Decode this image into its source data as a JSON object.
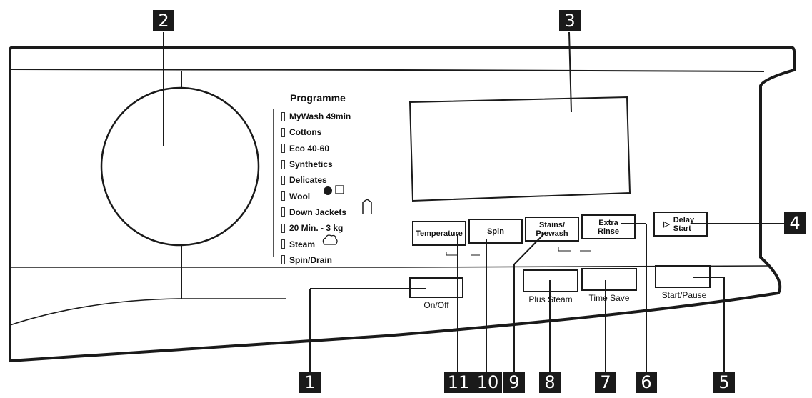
{
  "callouts": [
    "1",
    "2",
    "3",
    "4",
    "5",
    "6",
    "7",
    "8",
    "9",
    "10",
    "11"
  ],
  "programme": {
    "title": "Programme",
    "items": [
      {
        "label": "MyWash 49min",
        "icon": ""
      },
      {
        "label": "Cottons",
        "icon": ""
      },
      {
        "label": "Eco 40-60",
        "icon": ""
      },
      {
        "label": "Synthetics",
        "icon": ""
      },
      {
        "label": "Delicates",
        "icon": ""
      },
      {
        "label": "Wool",
        "icon": "wool-detergent-icon"
      },
      {
        "label": "Down Jackets",
        "icon": "jacket-icon"
      },
      {
        "label": "20 Min. - 3 kg",
        "icon": ""
      },
      {
        "label": "Steam",
        "icon": "steam-cloud-icon"
      },
      {
        "label": "Spin/Drain",
        "icon": ""
      }
    ]
  },
  "buttons": {
    "temperature": "Temperature",
    "spin": "Spin",
    "stains_prewash": "Stains/ Prewash",
    "extra_rinse": "Extra Rinse",
    "delay_start": "Delay Start"
  },
  "labels": {
    "on_off": "On/Off",
    "plus_steam": "Plus Steam",
    "time_save": "Time Save",
    "start_pause": "Start/Pause"
  },
  "colors": {
    "line": "#1a1a1a",
    "callout_bg": "#1a1a1a",
    "callout_text": "#ffffff"
  }
}
